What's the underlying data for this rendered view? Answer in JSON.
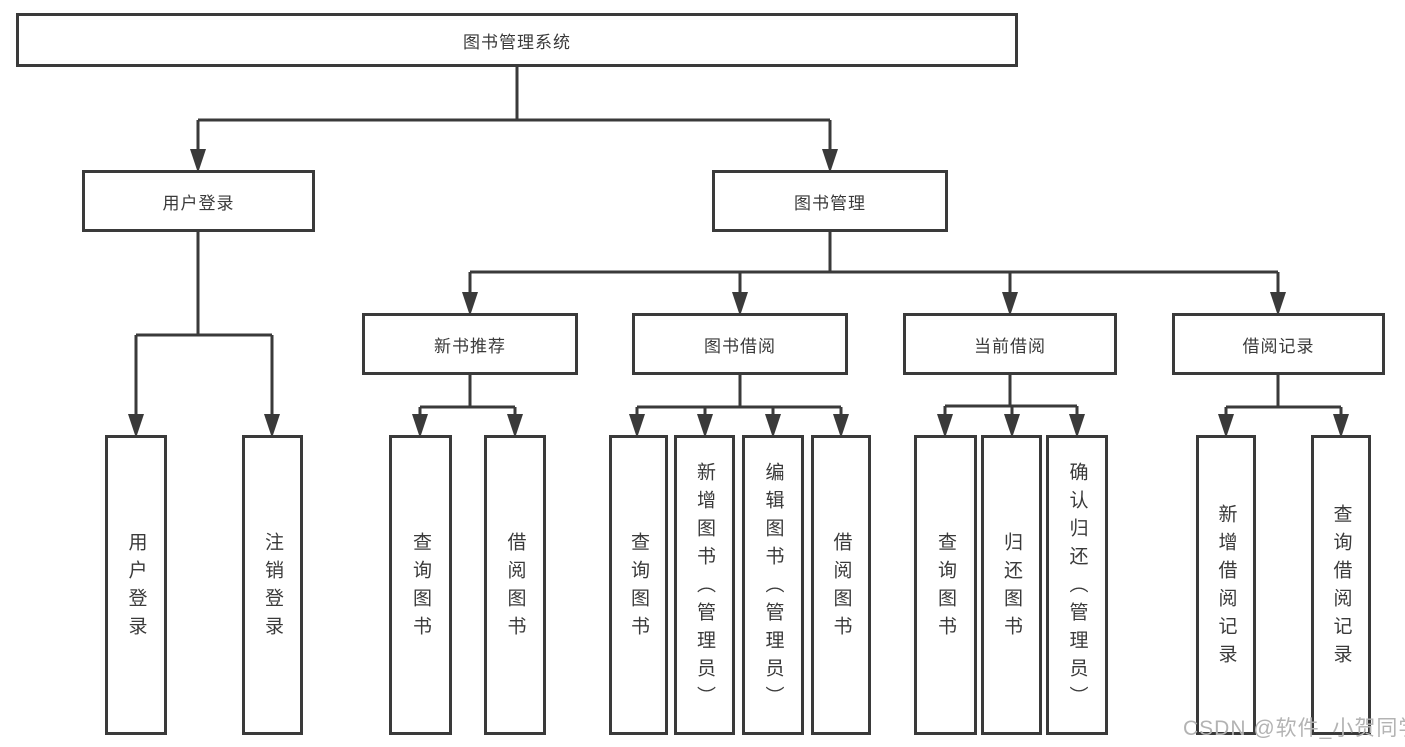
{
  "tree": {
    "root": {
      "label": "图书管理系统"
    },
    "branches": [
      {
        "label": "用户登录",
        "children": [
          {
            "label": "用户登录"
          },
          {
            "label": "注销登录"
          }
        ]
      },
      {
        "label": "图书管理",
        "children": [
          {
            "label": "新书推荐",
            "children": [
              {
                "label": "查询图书"
              },
              {
                "label": "借阅图书"
              }
            ]
          },
          {
            "label": "图书借阅",
            "children": [
              {
                "label": "查询图书"
              },
              {
                "label": "新增图书（管理员）"
              },
              {
                "label": "编辑图书（管理员）"
              },
              {
                "label": "借阅图书"
              }
            ]
          },
          {
            "label": "当前借阅",
            "children": [
              {
                "label": "查询图书"
              },
              {
                "label": "归还图书"
              },
              {
                "label": "确认归还（管理员）"
              }
            ]
          },
          {
            "label": "借阅记录",
            "children": [
              {
                "label": "新增借阅记录"
              },
              {
                "label": "查询借阅记录"
              }
            ]
          }
        ]
      }
    ]
  },
  "watermark": {
    "text": "CSDN @软件_小贺同学"
  },
  "colors": {
    "line": "#3a3a3a",
    "text": "#3a3a3a",
    "watermark": "#b3b3b3",
    "background": "#ffffff"
  }
}
